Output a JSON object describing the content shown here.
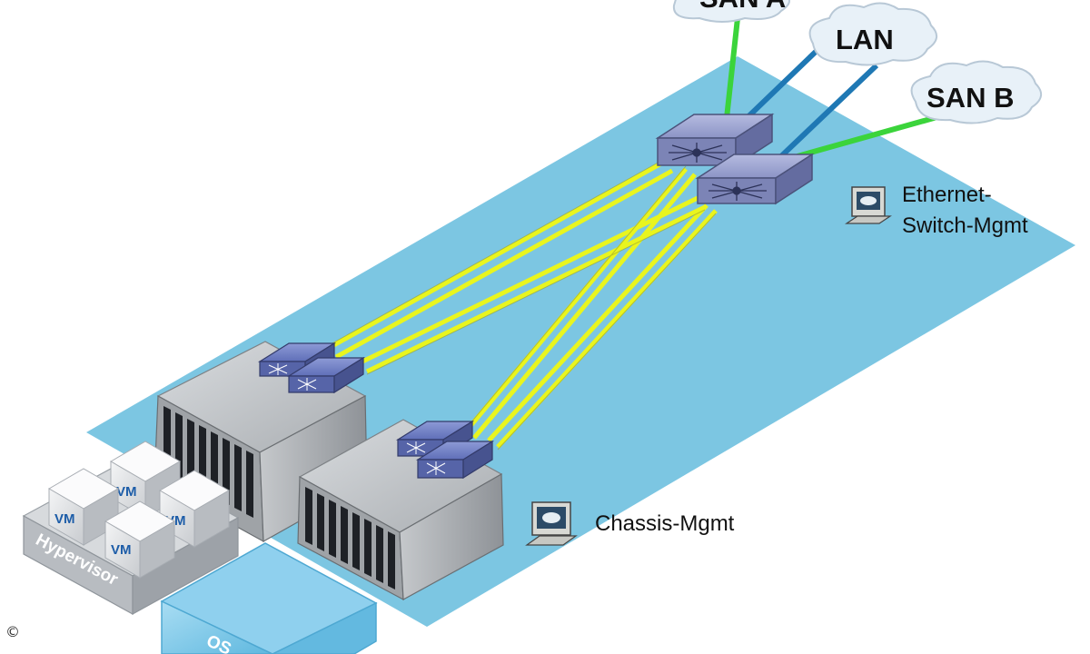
{
  "clouds": {
    "san_a": "SAN A",
    "lan": "LAN",
    "san_b": "SAN B"
  },
  "mgmt": {
    "ethernet_line1": "Ethernet-",
    "ethernet_line2": "Switch-Mgmt",
    "chassis": "Chassis-Mgmt"
  },
  "virtualization": {
    "vm_labels": [
      "VM",
      "VM",
      "VM",
      "VM"
    ],
    "hypervisor": "Hypervisor",
    "os": "OS"
  },
  "copyright_mark": "©",
  "colors": {
    "floor": "#7cc6e2",
    "san_link": "#3bd43b",
    "lan_link": "#1f78b4",
    "fabric_link": "#e9f51e",
    "switch": "#8f98c4",
    "chassis": "#b9bcbf"
  },
  "icons": [
    "cloud-icon",
    "network-switch-icon",
    "fabric-interconnect-icon",
    "blade-chassis-icon",
    "management-console-icon",
    "vm-cube-icon"
  ]
}
